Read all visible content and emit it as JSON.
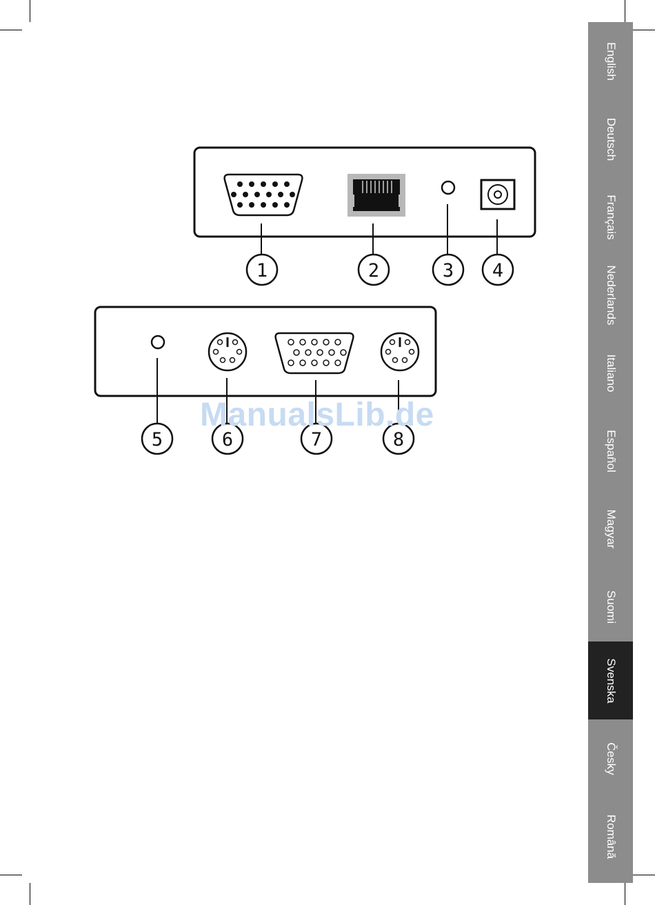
{
  "callouts": [
    "1",
    "2",
    "3",
    "4",
    "5",
    "6",
    "7",
    "8"
  ],
  "watermark": "ManualsLib.de",
  "language_tabs": [
    {
      "label": "English",
      "active": false
    },
    {
      "label": "Deutsch",
      "active": false
    },
    {
      "label": "Français",
      "active": false
    },
    {
      "label": "Nederlands",
      "active": false
    },
    {
      "label": "Italiano",
      "active": false
    },
    {
      "label": "Español",
      "active": false
    },
    {
      "label": "Magyar",
      "active": false
    },
    {
      "label": "Suomi",
      "active": false
    },
    {
      "label": "Svenska",
      "active": true
    },
    {
      "label": "Česky",
      "active": false
    },
    {
      "label": "Română",
      "active": false
    }
  ],
  "colors": {
    "tab_bg": "#8c8c8c",
    "tab_active_bg": "#222222",
    "watermark": "#c7dbf2"
  }
}
